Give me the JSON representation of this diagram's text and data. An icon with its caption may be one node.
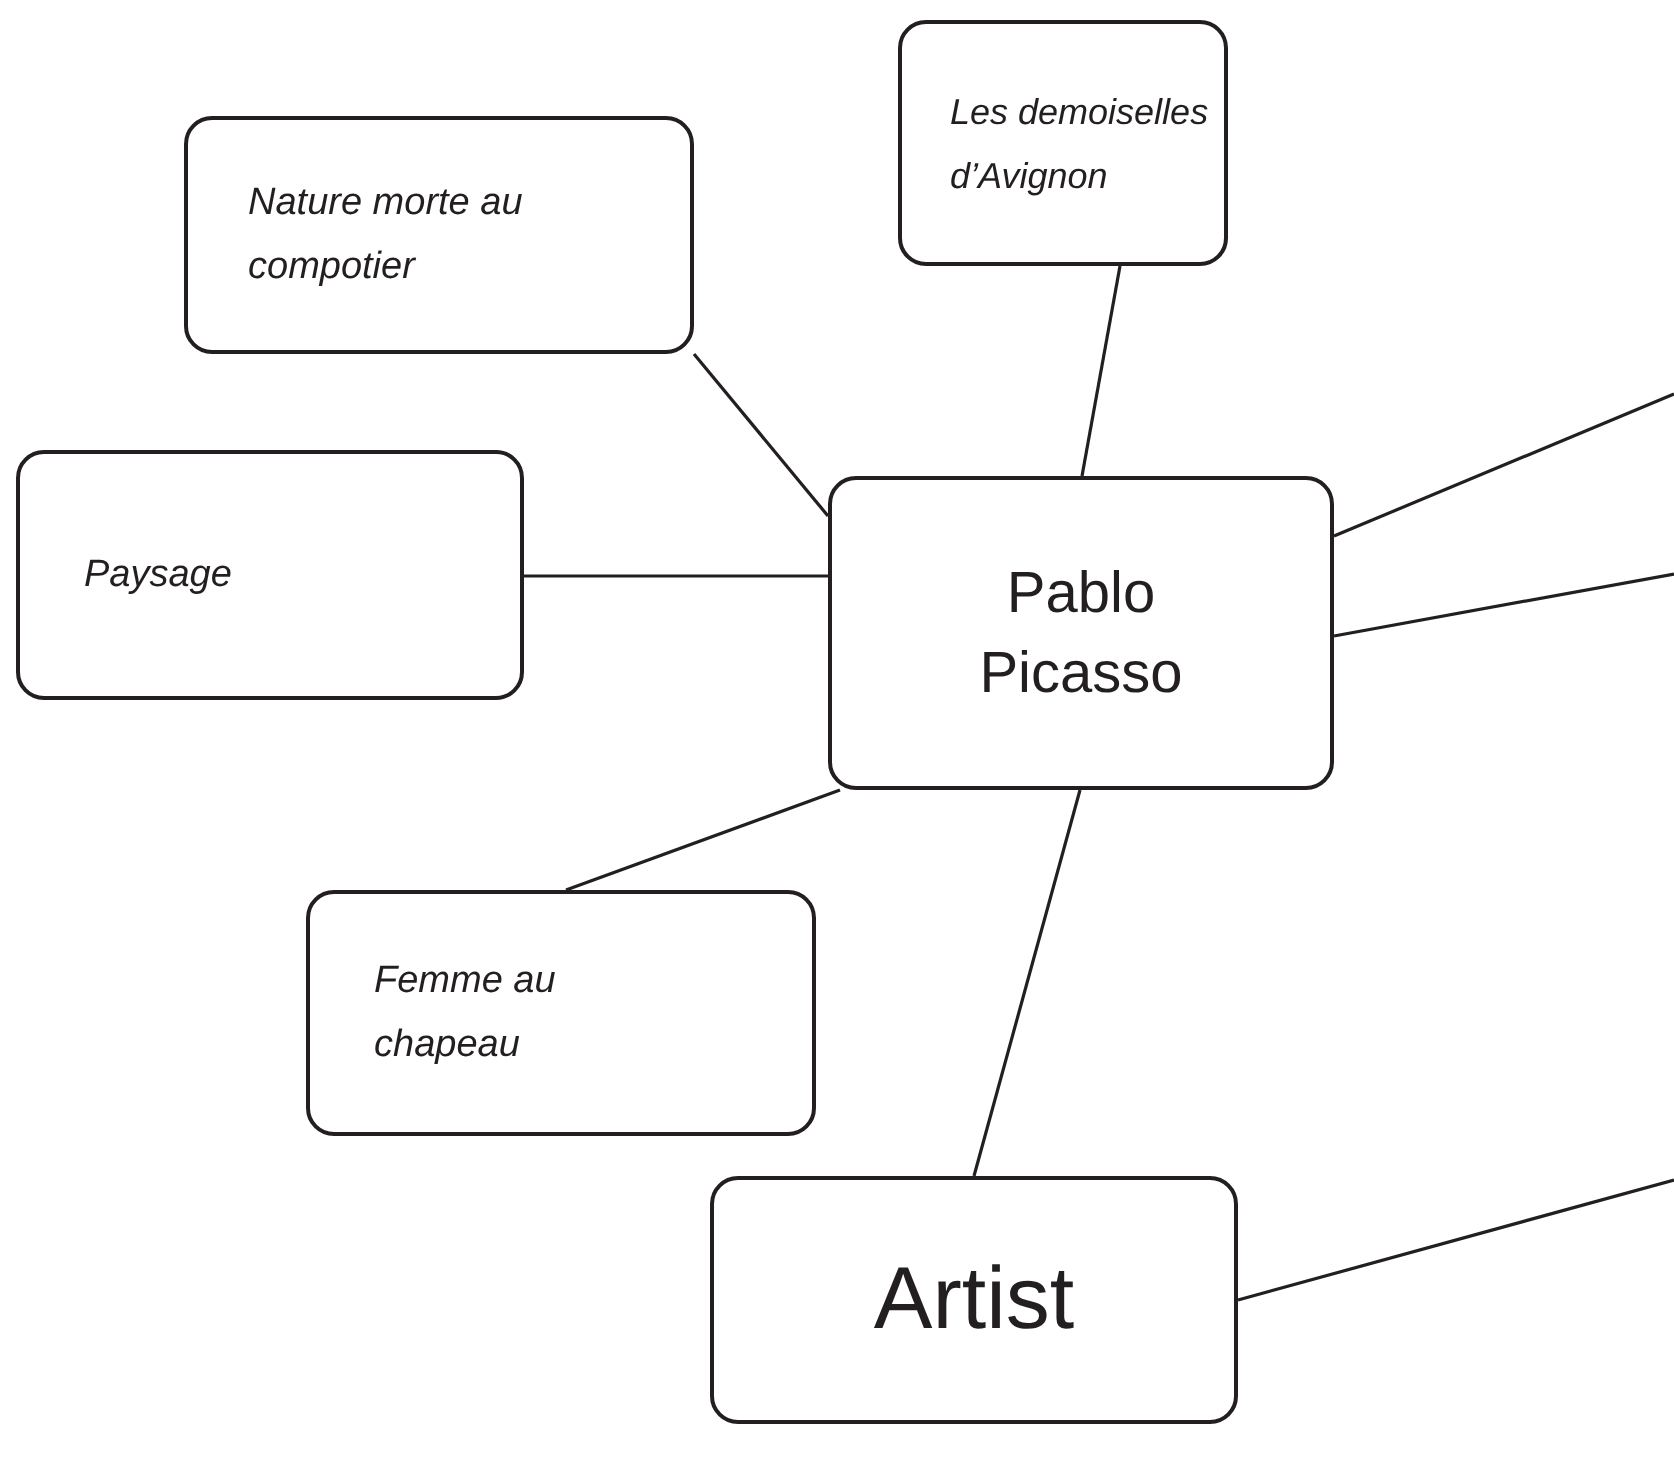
{
  "diagram": {
    "nodes": [
      {
        "text": [
          "Les demoiselles d’Avignon"
        ]
      },
      {
        "text": [
          "Nature morte au compotier"
        ]
      },
      {
        "text": [
          "Paysage"
        ]
      },
      {
        "text": [
          "Pablo Picasso"
        ]
      },
      {
        "text": [
          "Femme au chapeau"
        ]
      },
      {
        "text": [
          "Artist"
        ]
      }
    ],
    "edges": [
      {
        "from": 3,
        "to": 0,
        "arrow": "none"
      },
      {
        "from": 3,
        "to": 1,
        "arrow": "none"
      },
      {
        "from": 3,
        "to": 2,
        "arrow": "none"
      },
      {
        "from": 3,
        "to": 4,
        "arrow": "none"
      },
      {
        "from": 3,
        "to": 5,
        "arrow": "none"
      },
      {
        "from": 3,
        "to": null,
        "arrow": "none"
      },
      {
        "from": 3,
        "to": null,
        "arrow": "none"
      },
      {
        "from": 5,
        "to": null,
        "arrow": "none"
      }
    ]
  }
}
